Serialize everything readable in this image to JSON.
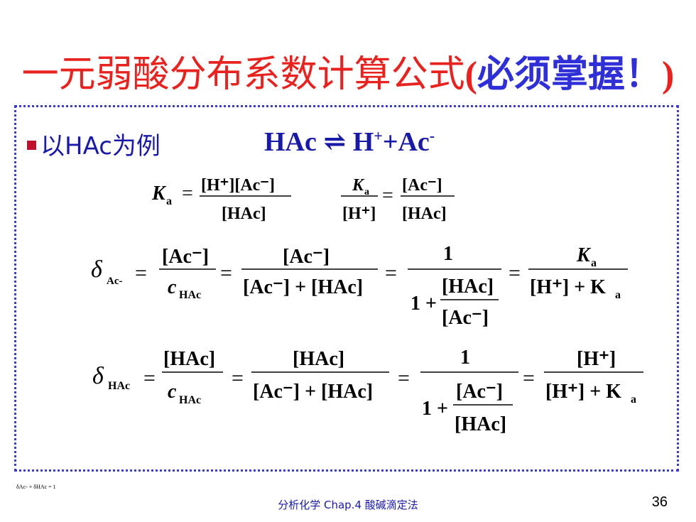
{
  "slide": {
    "title_main": "一元弱酸分布系数计算公式",
    "title_paren_open": "(",
    "title_emphasis": "必须掌握！",
    "title_paren_close": ")",
    "bullet_text": "以HAc为例",
    "reaction": {
      "left": "HAc",
      "arrow": "⇌",
      "h": "H",
      "h_charge": "+",
      "plus": "+",
      "ac": "Ac",
      "ac_charge": "-"
    },
    "note": "δAc- + δHAc = 1",
    "footer_text": "分析化学   Chap.4   酸碱滴定法",
    "page_number": "36"
  },
  "formulas": {
    "ka_symbol": "K",
    "ka_sub": "a",
    "hplus_ac": "[H⁺][Ac⁻]",
    "hac": "[HAc]",
    "hplus": "[H⁺]",
    "ac": "[Ac⁻]",
    "delta": "δ",
    "sub_ac": "Ac-",
    "sub_hac": "HAc",
    "c": "c",
    "ac_plus_hac": "[Ac⁻] + [HAc]",
    "one": "1",
    "one_plus": "1 +",
    "hplus_plus_ka": "[H⁺] + K",
    "equals": "="
  }
}
